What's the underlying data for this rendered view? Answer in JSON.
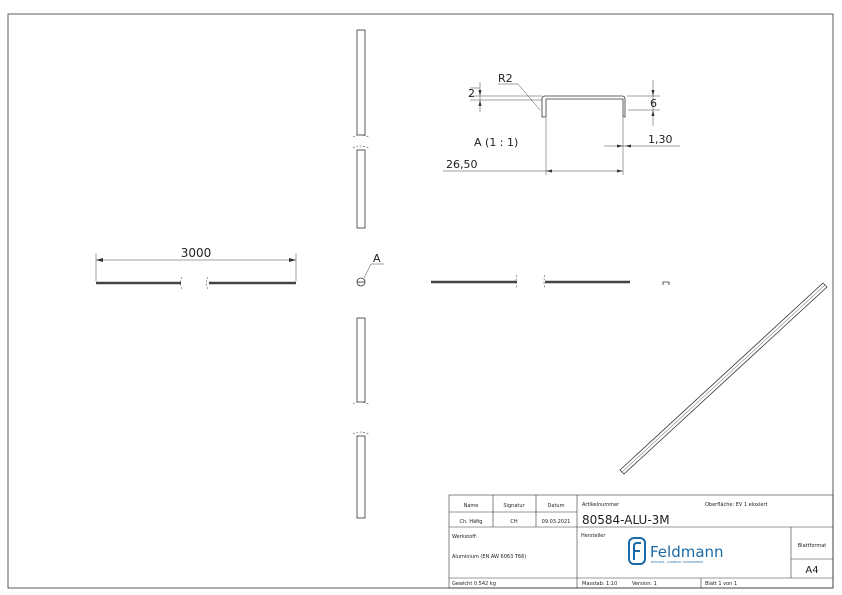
{
  "drawing": {
    "dimensions": {
      "length": "3000",
      "thickness": "2",
      "radius": "R2",
      "height": "6",
      "leg_thickness": "1,30",
      "width": "26,50"
    },
    "section_label": "A",
    "detail_label": "A (1 : 1)"
  },
  "title_block": {
    "name_header": "Name",
    "signature_header": "Signatur",
    "date_header": "Datum",
    "name": "Ch. Häfig",
    "signature": "CH",
    "date": "09.03.2021",
    "article_label": "Artikelnummer",
    "article_number": "80584-ALU-3M",
    "surface": "Oberfläche:  EV 1 eloxiert",
    "material_label": "Werkstoff:",
    "material": "Aluminium (EN AW 6063 T66)",
    "manufacturer_label": "Hersteller",
    "logo_text": "Feldmann",
    "logo_tagline": "EDELSTAHL · ALUMINIUM · SCHMIEDEEISEN",
    "format_label": "Blattformat",
    "format": "A4",
    "weight": "Gewicht 0.542 kg",
    "scale": "Masstab: 1:10",
    "version": "Version: 1",
    "sheet": "Blatt 1 von 1",
    "brand_color": "#1a6aa8"
  }
}
